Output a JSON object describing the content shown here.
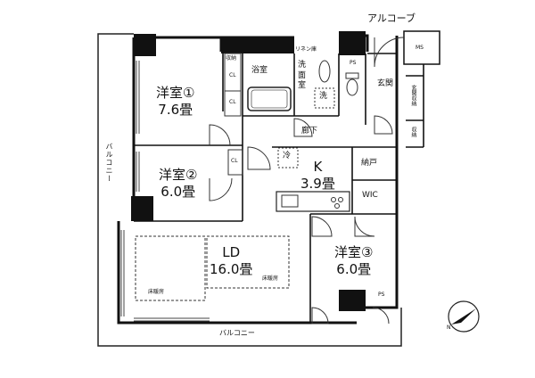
{
  "labels": {
    "alcove": "アルコーブ",
    "ms": "MS",
    "ps_top": "PS",
    "ps_bottom": "PS",
    "storage_small": "収納",
    "linen": "リネン庫",
    "bath": "浴室",
    "washroom": "洗\n面\n室",
    "wash_mark": "洗",
    "entrance": "玄関",
    "entrance_storage": "玄関収納",
    "storage_hall": "収納",
    "cl1": "CL",
    "cl2": "CL",
    "cl3": "CL",
    "corridor": "廊下",
    "fridge": "冷",
    "pantry": "納戸",
    "wic": "WIC",
    "balcony_side": "バルコニー",
    "balcony_bottom": "バルコニー",
    "floor_heating_1": "床暖房",
    "floor_heating_2": "床暖房"
  },
  "rooms": {
    "bedroom1": {
      "name": "洋室①",
      "size": "7.6畳"
    },
    "bedroom2": {
      "name": "洋室②",
      "size": "6.0畳"
    },
    "bedroom3": {
      "name": "洋室③",
      "size": "6.0畳"
    },
    "kitchen": {
      "name": "K",
      "size": "3.9畳"
    },
    "living": {
      "name": "LD",
      "size": "16.0畳"
    }
  },
  "compass": {
    "mark": "N"
  }
}
